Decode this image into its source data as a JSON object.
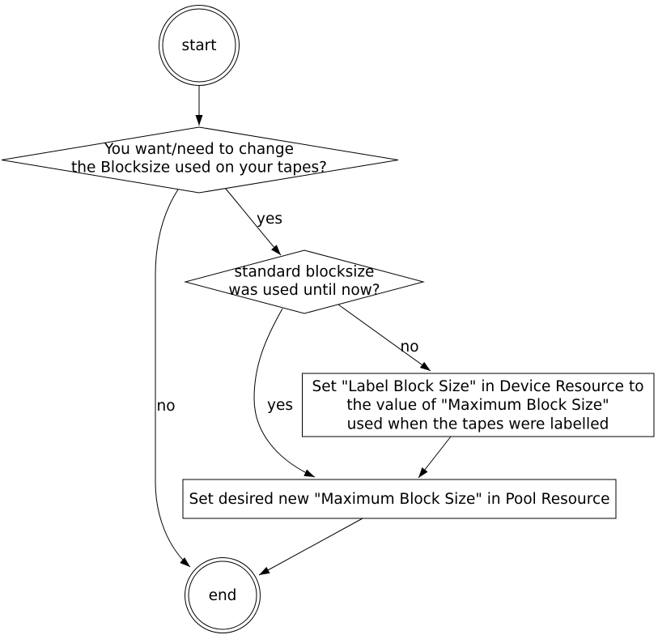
{
  "diagram": {
    "type": "flowchart",
    "background": "#ffffff",
    "line_color": "#000000",
    "text_color": "#000000",
    "nodes": {
      "start": {
        "shape": "double-circle",
        "label": "start"
      },
      "decision_change_blocksize": {
        "shape": "diamond",
        "lines": [
          "You want/need to change",
          "the Blocksize used on your tapes?"
        ]
      },
      "decision_standard_blocksize": {
        "shape": "diamond",
        "lines": [
          "standard blocksize",
          "was used until now?"
        ]
      },
      "process_label_block_size": {
        "shape": "rect",
        "lines": [
          "Set \"Label Block Size\" in Device Resource to",
          "the value of \"Maximum Block Size\"",
          "used when the tapes were labelled"
        ]
      },
      "process_pool_block_size": {
        "shape": "rect",
        "lines": [
          "Set desired new \"Maximum Block Size\" in Pool Resource"
        ]
      },
      "end": {
        "shape": "double-circle",
        "label": "end"
      }
    },
    "edges": [
      {
        "from": "start",
        "to": "decision_change_blocksize",
        "label": ""
      },
      {
        "from": "decision_change_blocksize",
        "to": "decision_standard_blocksize",
        "label": "yes"
      },
      {
        "from": "decision_change_blocksize",
        "to": "end",
        "label": "no"
      },
      {
        "from": "decision_standard_blocksize",
        "to": "process_label_block_size",
        "label": "no"
      },
      {
        "from": "decision_standard_blocksize",
        "to": "process_pool_block_size",
        "label": "yes"
      },
      {
        "from": "process_label_block_size",
        "to": "process_pool_block_size",
        "label": ""
      },
      {
        "from": "process_pool_block_size",
        "to": "end",
        "label": ""
      }
    ]
  }
}
